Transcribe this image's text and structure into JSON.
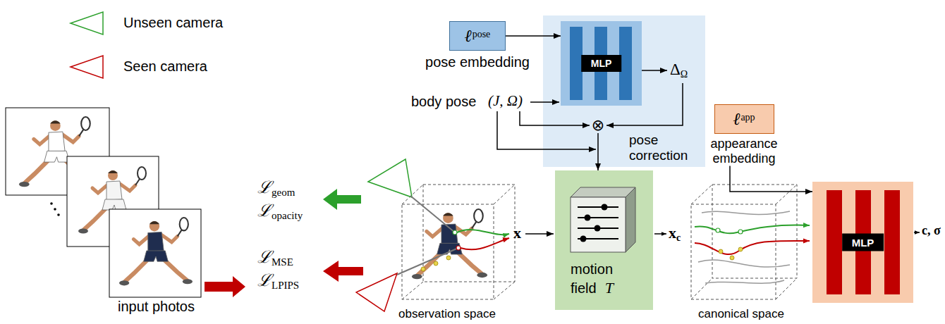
{
  "diagram": {
    "nodes": [
      {
        "text": [
          "ℓ",
          "pose",
          "pose embedding"
        ]
      },
      {
        "text": [
          "pose correction"
        ]
      },
      {
        "text": [
          "MLP"
        ],
        "in": 1
      },
      {
        "text": [
          "⊗"
        ],
        "in": 1
      },
      {
        "text": [
          "ℓ",
          "app",
          "appearance embedding"
        ]
      },
      {
        "text": [
          "motion field",
          "T"
        ]
      },
      {
        "text": [
          "MLP"
        ]
      }
    ],
    "edges": [
      {
        "from": 0,
        "to": 2,
        "arrow": "to"
      },
      {
        "from": 3,
        "to": 5,
        "arrow": "to"
      },
      {
        "from": 4,
        "to": 6,
        "arrow": "to"
      }
    ],
    "labels": [
      "body pose",
      "(J, Ω)",
      "Δ",
      "Ω",
      "x",
      "x",
      "c",
      "c, σ",
      "ℒ",
      "geom",
      "ℒ",
      "opacity",
      "ℒ",
      "MSE",
      "ℒ",
      "LPIPS",
      "observation space",
      "canonical space",
      "input photos"
    ],
    "legend": [
      {
        "text": "Unseen camera"
      },
      {
        "text": "Seen camera"
      }
    ]
  }
}
